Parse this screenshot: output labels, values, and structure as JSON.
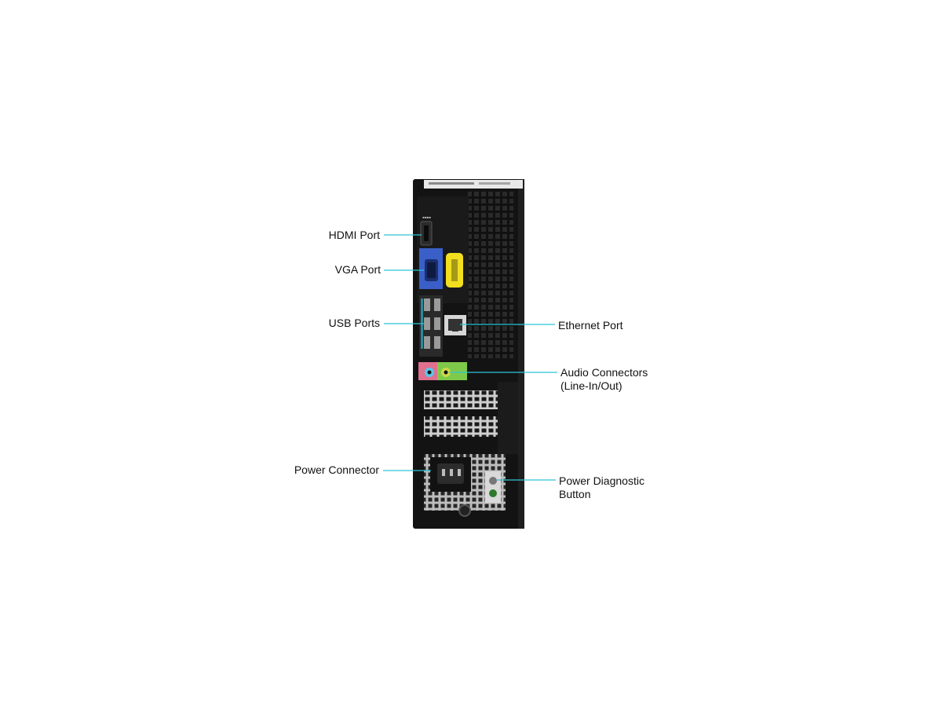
{
  "callouts": {
    "hdmi": {
      "lines": [
        "HDMI Port"
      ]
    },
    "vga": {
      "lines": [
        "VGA Port"
      ]
    },
    "usb": {
      "lines": [
        "USB Ports"
      ]
    },
    "ethernet": {
      "lines": [
        "Ethernet Port"
      ]
    },
    "audio": {
      "lines": [
        "Audio Connectors",
        "(Line-In/Out)"
      ]
    },
    "power_connector": {
      "lines": [
        "Power Connector"
      ]
    },
    "power_diagnostic": {
      "lines": [
        "Power Diagnostic",
        "Button"
      ]
    }
  },
  "colors": {
    "leader_line": "#2ec4d6",
    "chassis": "#141414",
    "vga_blue": "#3a5fc8",
    "tag_yellow": "#f2df1f",
    "usb_teal": "#2a8a9a",
    "audio_green": "#7fc94a",
    "audio_pink": "#e0708f",
    "audio_blue": "#5ac7e8"
  }
}
